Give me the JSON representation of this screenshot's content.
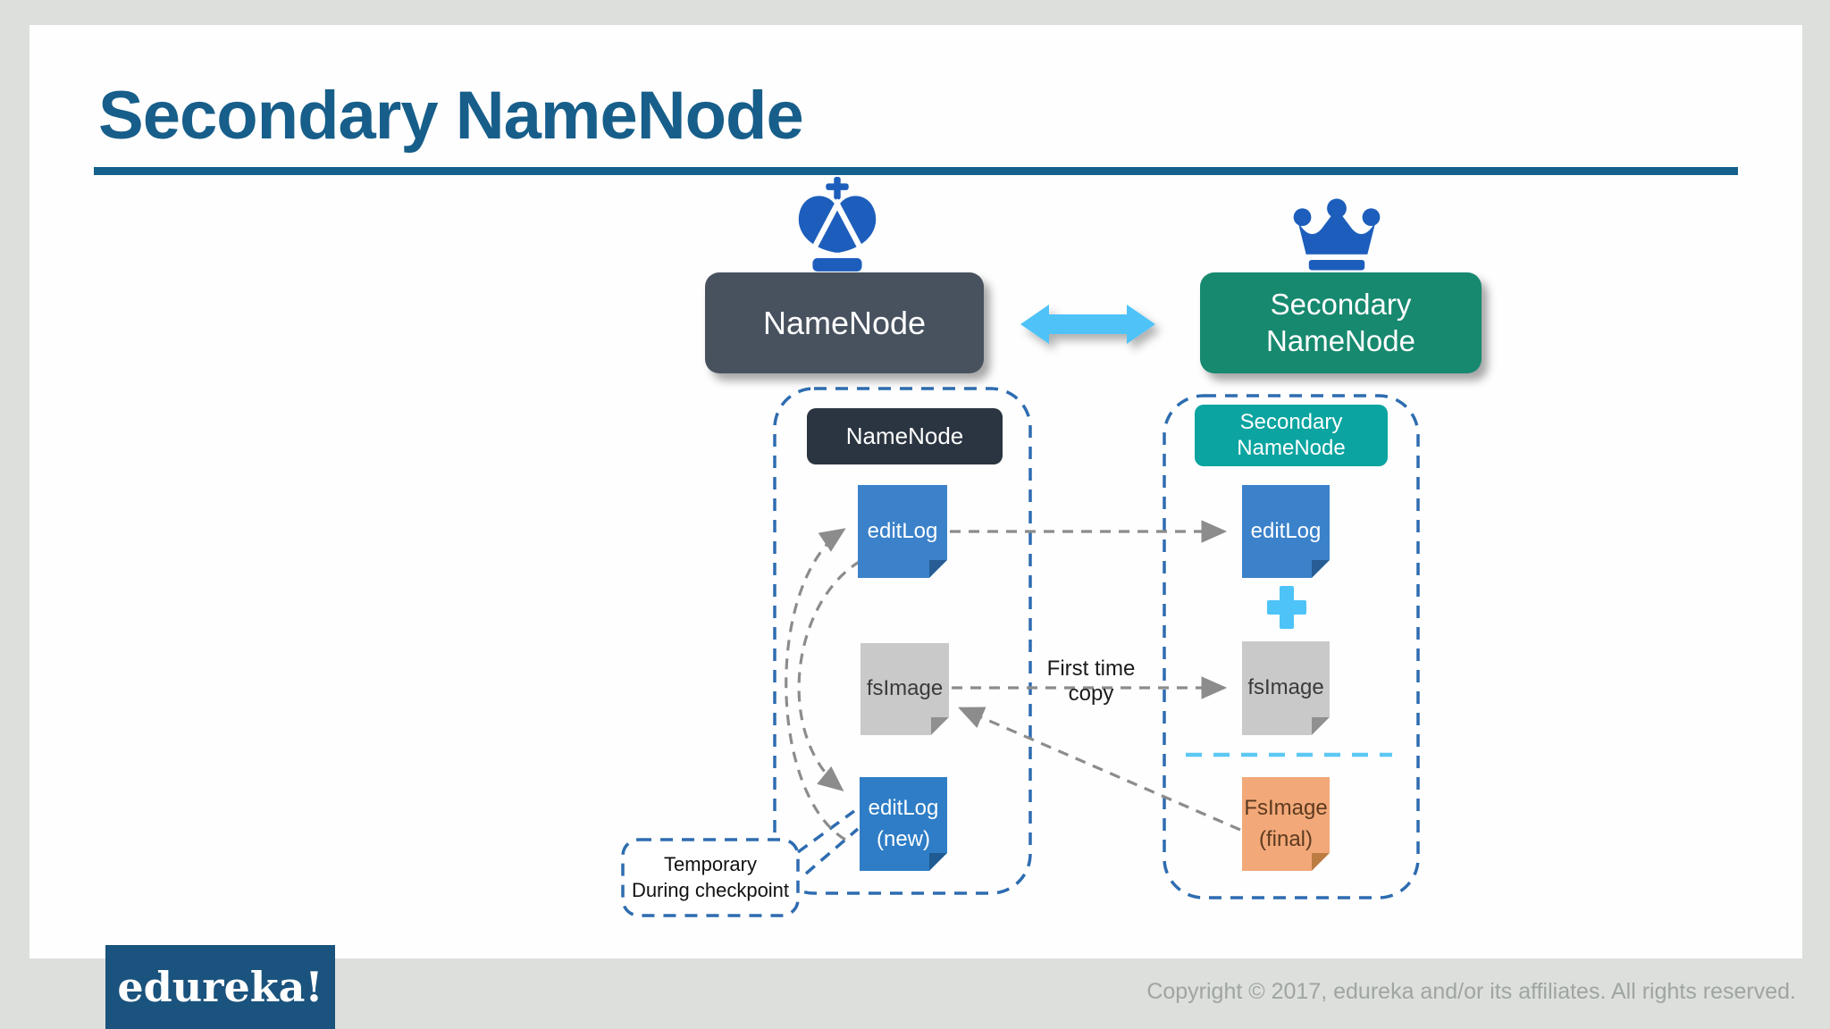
{
  "title": {
    "text": "Secondary NameNode"
  },
  "hero": {
    "namenode_label": "NameNode",
    "secondary_line1": "Secondary",
    "secondary_line2": "NameNode"
  },
  "left_panel": {
    "header": "NameNode",
    "editlog": "editLog",
    "fsimage": "fsImage",
    "editlog_new_line1": "editLog",
    "editlog_new_line2": "(new)"
  },
  "right_panel": {
    "header_line1": "Secondary",
    "header_line2": "NameNode",
    "editlog": "editLog",
    "fsimage": "fsImage",
    "fsimage_final_line1": "FsImage",
    "fsimage_final_line2": "(final)"
  },
  "annotations": {
    "first_time_copy": "First time copy",
    "temporary_line1": "Temporary",
    "temporary_line2": "During checkpoint"
  },
  "footer": {
    "logo_text": "edureka!",
    "copyright": "Copyright © 2017, edureka and/or its affiliates. All rights reserved."
  },
  "icons": {
    "above_namenode": "king-crown-icon",
    "above_secondary": "crown-icon",
    "between_heroes": "double-arrow-icon",
    "merge_symbol": "plus-icon"
  },
  "colors": {
    "title": "#175e8a",
    "rule": "#15618d",
    "namenode_box": "#48525f",
    "secondary_box": "#17896f",
    "small_namenode_box": "#2b3541",
    "small_secondary_box": "#0ba4a0",
    "editlog_doc": "#3b82ca",
    "editlog_new_doc": "#2e7dc6",
    "fsimage_doc": "#c9c9c9",
    "fsimage_final_doc": "#f2a878",
    "icon_blue": "#1d5ebc",
    "arrow_light_blue": "#4fc3f7",
    "dashed_border_blue": "#2e6cb0",
    "divider_light_blue": "#5cc8f2",
    "gray_arrow": "#8c8c8c",
    "logo_bg": "#1a537d",
    "frame_gray": "#dcdfdc"
  }
}
